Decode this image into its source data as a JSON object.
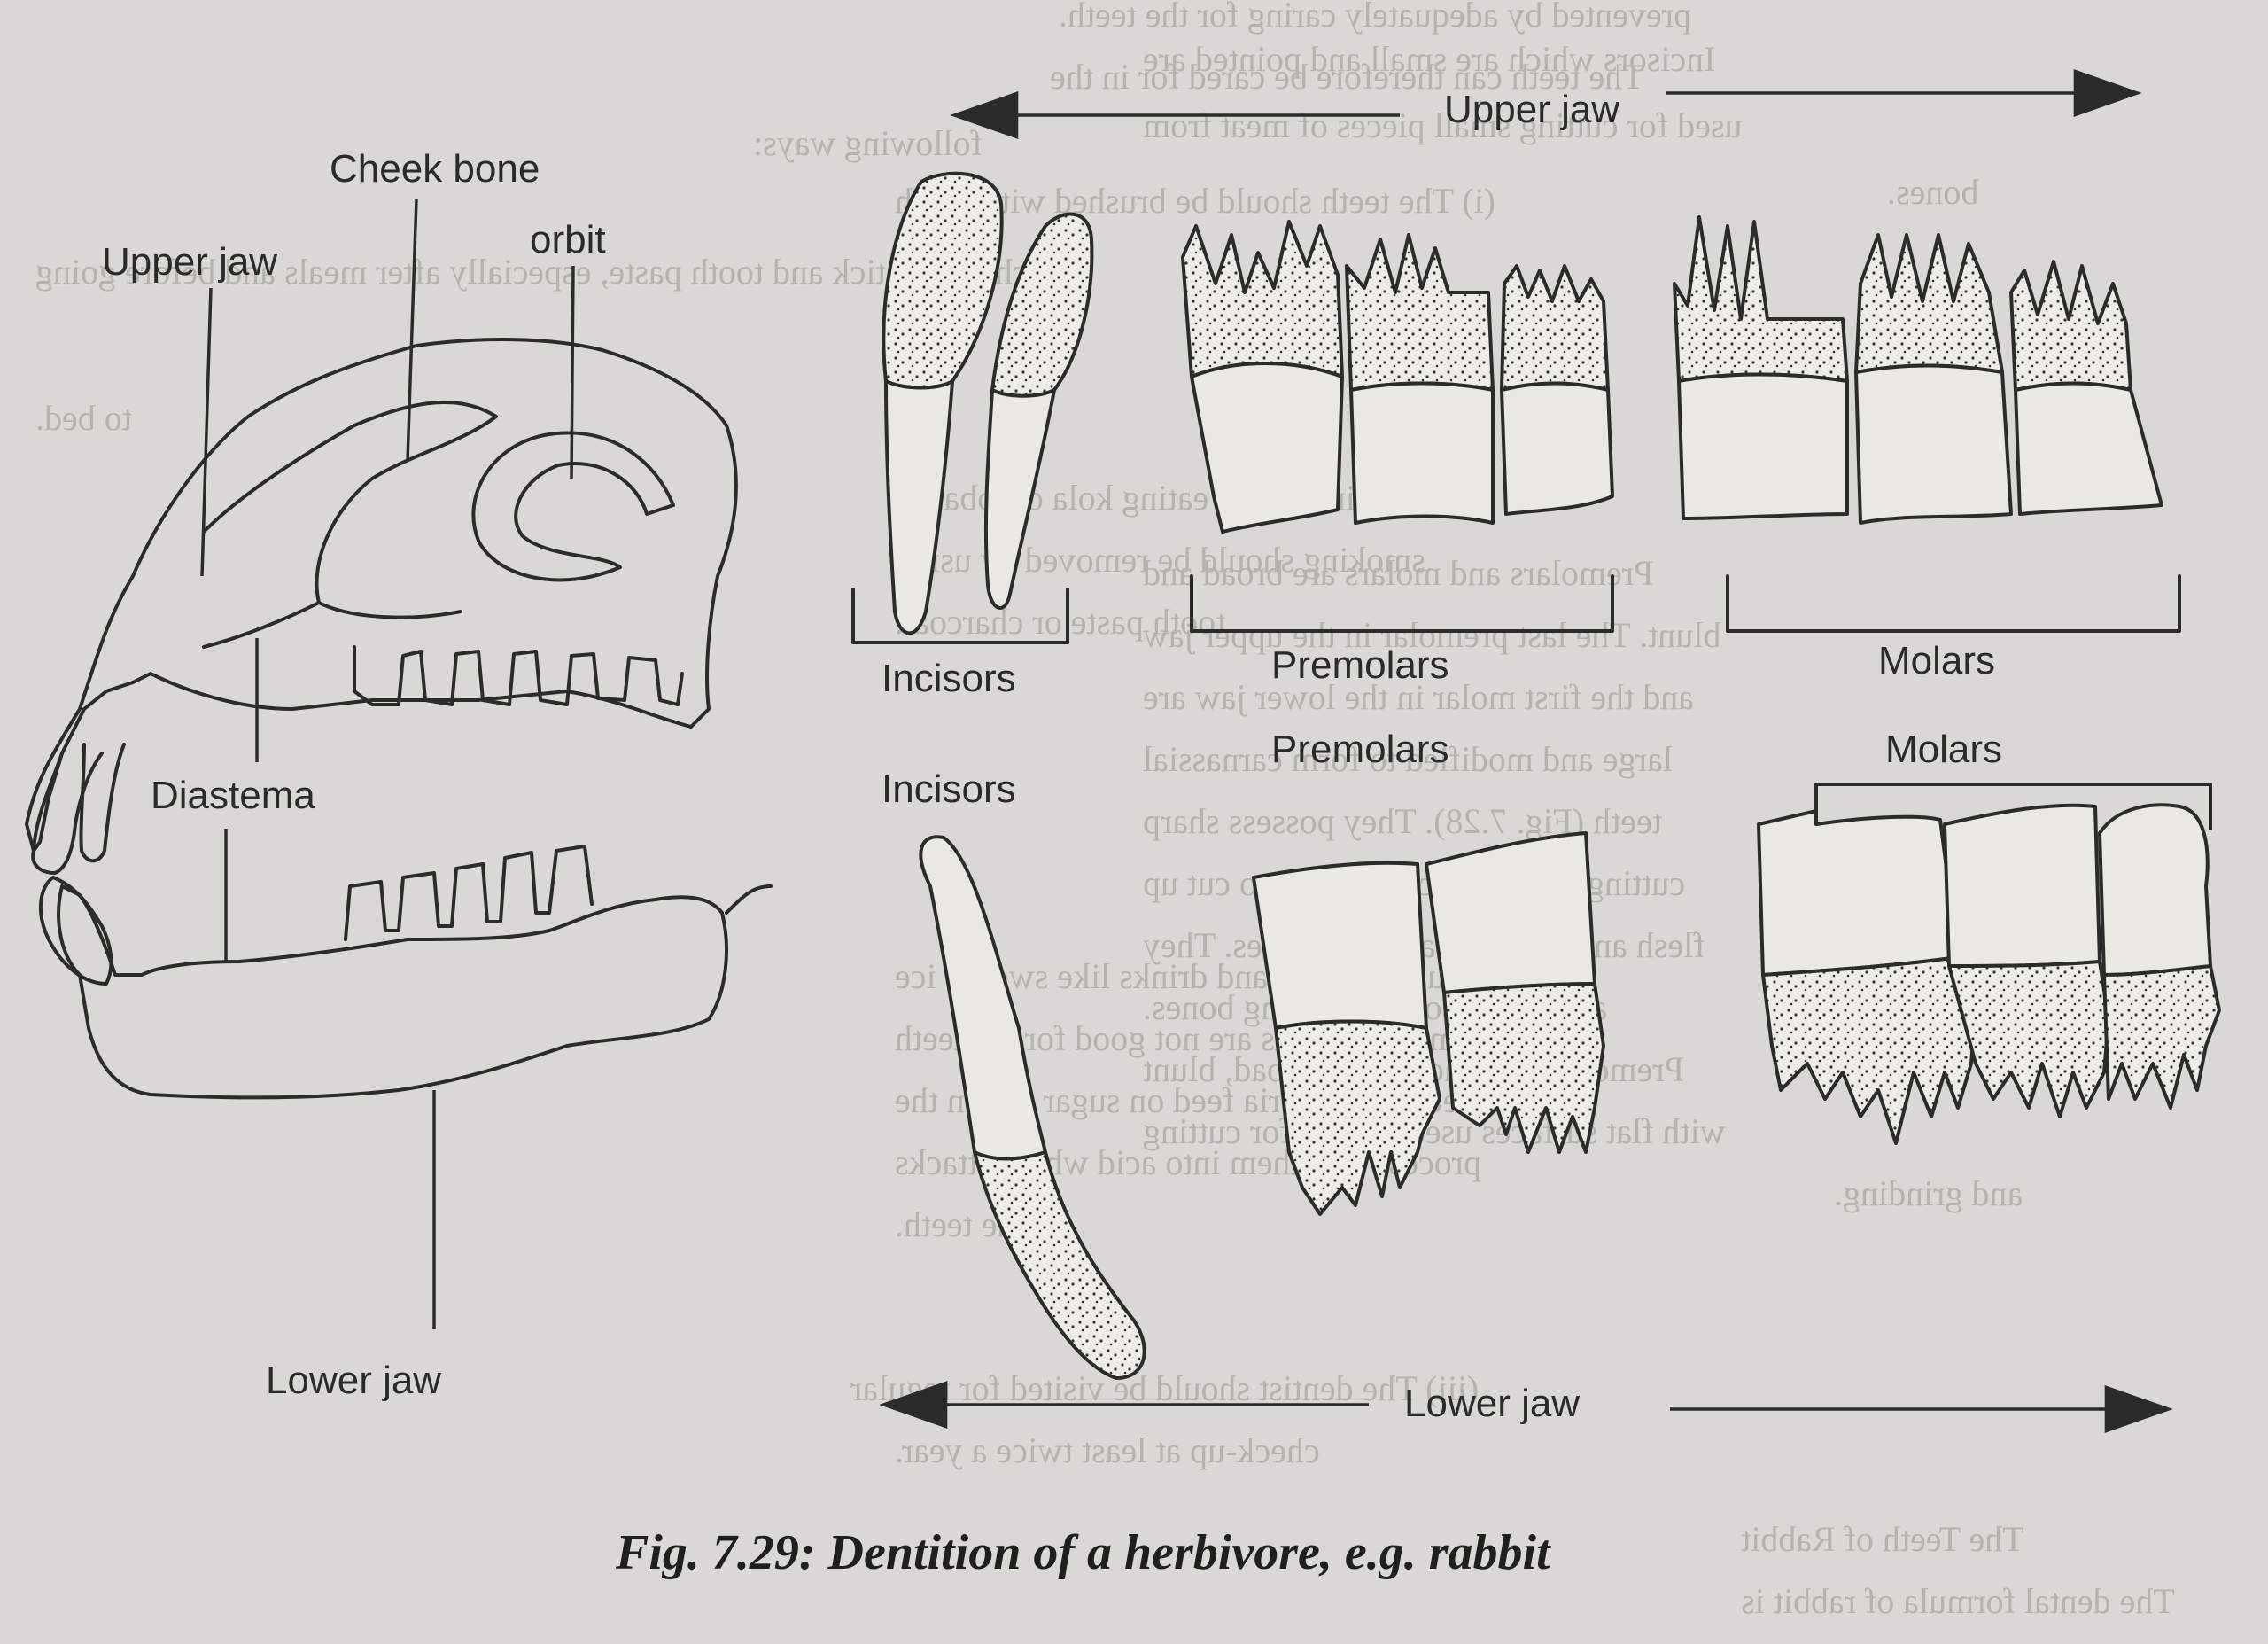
{
  "skull_labels": {
    "cheek_bone": "Cheek bone",
    "upper_jaw": "Upper jaw",
    "orbit": "orbit",
    "diastema": "Diastema",
    "lower_jaw": "Lower jaw"
  },
  "teeth_labels": {
    "upper_jaw": "Upper jaw",
    "lower_jaw": "Lower jaw",
    "upper_incisors": "Incisors",
    "upper_premolars": "Premolars",
    "upper_molars": "Molars",
    "lower_incisors": "Incisors",
    "lower_premolars": "Premolars",
    "lower_molars": "Molars"
  },
  "caption": "Fig. 7.29: Dentition of a herbivore, e.g. rabbit",
  "background_text": [
    "prevented by adequately caring for the teeth.",
    "The teeth can therefore be cared for in the",
    "following ways:",
    "(i) The teeth should be brushed with brush",
    "or chewing stick and tooth paste, especially after meals and before going",
    "to bed.",
    "Incisors which are small and pointed are",
    "used for cutting small pieces of meat from",
    "bones.",
    "Premolars and molars are broad and",
    "blunt. The last premolar in the upper jaw",
    "and the first molar in the lower jaw are",
    "large and modified to form carnassial",
    "teeth (Fig. 7.28). They possess sharp",
    "cutting edges which are used to cut up",
    "flesh and tear it away from bones. They",
    "are used also for cracking bones.",
    "Premolars and molars are broad, blunt",
    "with flat surfaces used mainly for cutting",
    "and grinding.",
    "(ii) Sugary foods and drinks like sweets, ice",
    "cream, soft drinks are not good for the teeth",
    "because bacteria feed on sugar and in the",
    "process turn them into acid which attacks",
    "the teeth.",
    "(iii) The dentist should be visited for regular",
    "check-up at least twice a year.",
    "(iv) Stains due to eating kola or tobacco",
    "smoking should be removed by using",
    "tooth paste or charcoal.",
    "The Teeth of Rabbit",
    "The dental formula of rabbit is"
  ],
  "colors": {
    "paper": "#d9d8d4",
    "ink": "#2b2b2b",
    "ghost_text": "#b4b3ae"
  }
}
